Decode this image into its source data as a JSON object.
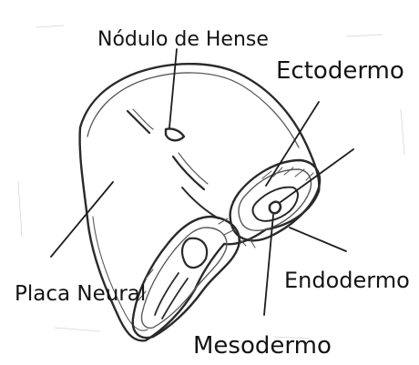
{
  "labels": {
    "nodulo": "Nódulo de Hense",
    "ectodermo": "Ectodermo",
    "endodermo": "Endodermo",
    "mesodermo": "Mesodermo",
    "placa": "Placa Neural"
  }
}
